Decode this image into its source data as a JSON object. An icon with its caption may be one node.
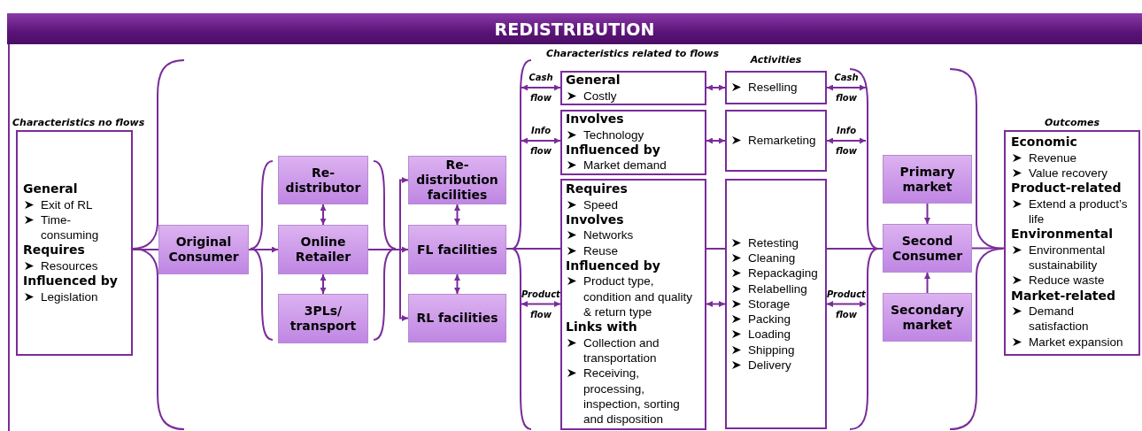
{
  "diagram": {
    "title": "REDISTRIBUTION",
    "nodes": [
      {
        "text": [
          "Characteristics no flows",
          "General",
          "Exit of RL",
          "Time-consuming",
          "Requires",
          "Resources",
          "Influenced by",
          "Legislation"
        ]
      },
      {
        "text": [
          "Original Consumer"
        ]
      },
      {
        "text": [
          "Re-distributor"
        ]
      },
      {
        "text": [
          "Online Retailer"
        ]
      },
      {
        "text": [
          "3PLs/ transport"
        ]
      },
      {
        "text": [
          "Re-distribution facilities"
        ]
      },
      {
        "text": [
          "FL facilities"
        ]
      },
      {
        "text": [
          "RL facilities"
        ]
      },
      {
        "text": [
          "General",
          "Costly"
        ]
      },
      {
        "text": [
          "Involves",
          "Technology",
          "Influenced by",
          "Market demand"
        ]
      },
      {
        "text": [
          "Requires",
          "Speed",
          "Involves",
          "Networks",
          "Reuse",
          "Influenced by",
          "Product type, condition and quality & return type",
          "Links with",
          "Collection and transportation",
          "Receiving, processing, inspection, sorting and disposition"
        ]
      },
      {
        "text": [
          "Reselling"
        ]
      },
      {
        "text": [
          "Remarketing"
        ]
      },
      {
        "text": [
          "Retesting",
          "Cleaning",
          "Repackaging",
          "Relabelling",
          "Storage",
          "Packing",
          "Loading",
          "Shipping",
          "Delivery"
        ]
      },
      {
        "text": [
          "Primary market"
        ]
      },
      {
        "text": [
          "Second Consumer"
        ]
      },
      {
        "text": [
          "Secondary market"
        ]
      },
      {
        "text": [],
        "shape": "brace"
      },
      {
        "text": [],
        "shape": "brace"
      },
      {
        "text": [
          "Outcomes",
          "Economic",
          "Revenue",
          "Value recovery",
          "Product-related",
          "Extend a product’s life",
          "Environmental",
          "Environmental sustainability",
          "Reduce waste",
          "Market-related",
          "Demand satisfaction",
          "Market expansion"
        ]
      }
    ],
    "edges": [
      {
        "from": 0,
        "to": 1,
        "arrow": "none"
      },
      {
        "from": 1,
        "to": 3,
        "arrow": "to"
      },
      {
        "from": 2,
        "to": 3,
        "arrow": "both"
      },
      {
        "from": 3,
        "to": 4,
        "arrow": "both"
      },
      {
        "from": 3,
        "to": 5,
        "arrow": "to"
      },
      {
        "from": 3,
        "to": 6,
        "arrow": "to"
      },
      {
        "from": 3,
        "to": 7,
        "arrow": "to"
      },
      {
        "from": 5,
        "to": 6,
        "arrow": "both"
      },
      {
        "from": 6,
        "to": 7,
        "arrow": "both"
      },
      {
        "from": 6,
        "to": 17,
        "arrow": "none"
      },
      {
        "from": 17,
        "to": 8,
        "arrow": "both",
        "label": "Cash flow"
      },
      {
        "from": 17,
        "to": 9,
        "arrow": "both",
        "label": "Info flow"
      },
      {
        "from": 17,
        "to": 10,
        "arrow": "both",
        "label": "Product flow"
      },
      {
        "from": 8,
        "to": 11,
        "arrow": "both"
      },
      {
        "from": 9,
        "to": 12,
        "arrow": "both"
      },
      {
        "from": 10,
        "to": 13,
        "arrow": "both"
      },
      {
        "from": 10,
        "to": 13,
        "arrow": "none"
      },
      {
        "from": 11,
        "to": 18,
        "arrow": "both",
        "label": "Cash flow"
      },
      {
        "from": 12,
        "to": 18,
        "arrow": "both",
        "label": "Info flow"
      },
      {
        "from": 13,
        "to": 18,
        "arrow": "both",
        "label": "Product flow"
      },
      {
        "from": 13,
        "to": 18,
        "arrow": "none"
      },
      {
        "from": 14,
        "to": 15,
        "arrow": "to"
      },
      {
        "from": 16,
        "to": 15,
        "arrow": "to"
      },
      {
        "from": 15,
        "to": 19,
        "arrow": "none"
      },
      {
        "from": 17,
        "to": 10,
        "arrow": "none"
      },
      {
        "from": 18,
        "to": 15,
        "arrow": "none"
      }
    ],
    "labels": [
      "Characteristics related to flows",
      "Activities"
    ]
  }
}
